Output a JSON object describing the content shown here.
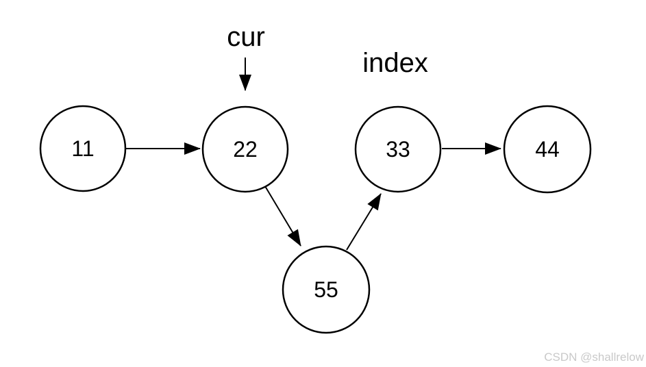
{
  "diagram": {
    "type": "singly-linked-list",
    "nodes": [
      {
        "value": "11"
      },
      {
        "value": "22"
      },
      {
        "value": "33"
      },
      {
        "value": "44"
      },
      {
        "value": "55"
      }
    ],
    "edges": [
      {
        "from": "11",
        "to": "22"
      },
      {
        "from": "22",
        "to": "55"
      },
      {
        "from": "55",
        "to": "33"
      },
      {
        "from": "33",
        "to": "44"
      }
    ],
    "pointer": {
      "label": "cur",
      "points_to": "22"
    },
    "index_label": "index",
    "colors": {
      "stroke": "#000000",
      "node_fill": "#ffffff",
      "background": "#ffffff",
      "watermark": "#c9c9c9"
    }
  },
  "watermark": {
    "text": "CSDN @shallrelow"
  }
}
